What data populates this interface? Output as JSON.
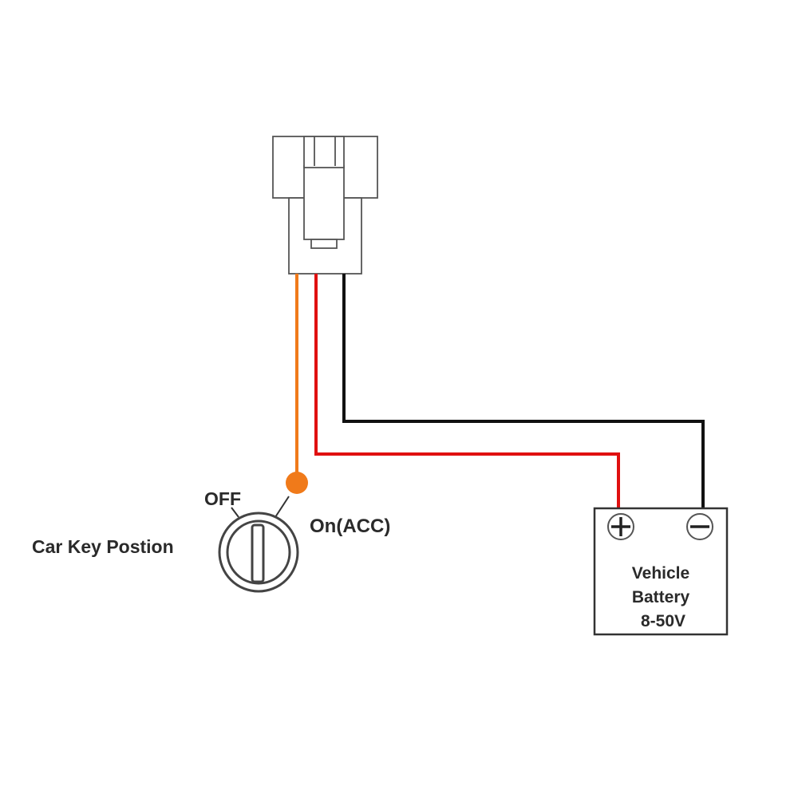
{
  "key_switch": {
    "label": "Car Key Postion",
    "off_label": "OFF",
    "on_label": "On(ACC)"
  },
  "battery": {
    "line1": "Vehicle",
    "line2": "Battery",
    "line3": "8-50V",
    "positive_symbol": "+",
    "negative_symbol": "−"
  },
  "colors": {
    "acc_wire": "#f07a1a",
    "positive_wire": "#e01010",
    "ground_wire": "#111111",
    "outline": "#333333"
  }
}
